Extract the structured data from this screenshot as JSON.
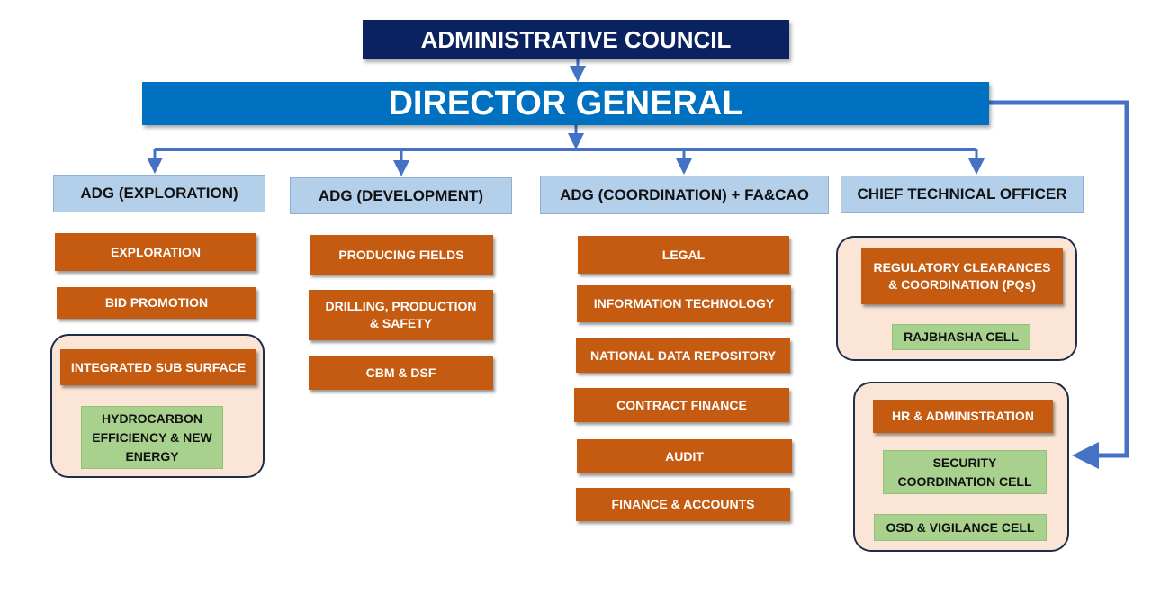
{
  "council": {
    "label": "ADMINISTRATIVE COUNCIL"
  },
  "director": {
    "label": "DIRECTOR GENERAL"
  },
  "branches": [
    {
      "label": "ADG (EXPLORATION)"
    },
    {
      "label": "ADG (DEVELOPMENT)"
    },
    {
      "label": "ADG (COORDINATION) + FA&CAO"
    },
    {
      "label": "CHIEF TECHNICAL OFFICER"
    }
  ],
  "exploration": {
    "units": [
      "EXPLORATION",
      "BID PROMOTION",
      "INTEGRATED SUB SURFACE"
    ],
    "cell": "HYDROCARBON EFFICIENCY & NEW ENERGY"
  },
  "development": {
    "units": [
      "PRODUCING FIELDS",
      "DRILLING, PRODUCTION & SAFETY",
      "CBM & DSF"
    ]
  },
  "coordination": {
    "units": [
      "LEGAL",
      "INFORMATION TECHNOLOGY",
      "NATIONAL DATA REPOSITORY",
      "CONTRACT FINANCE",
      "AUDIT",
      "FINANCE & ACCOUNTS"
    ]
  },
  "cto": {
    "unit": "REGULATORY CLEARANCES & COORDINATION (PQs)",
    "cell": "RAJBHASHA CELL"
  },
  "hr": {
    "unit": "HR & ADMINISTRATION",
    "cells": [
      "SECURITY COORDINATION CELL",
      "OSD & VIGILANCE CELL"
    ]
  },
  "colors": {
    "council": "#0b2260",
    "director": "#0070c0",
    "branch": "#b4cfea",
    "unit": "#c55a11",
    "cell": "#a9d18e",
    "group": "#fbe5d6",
    "connector": "#4472c4"
  }
}
